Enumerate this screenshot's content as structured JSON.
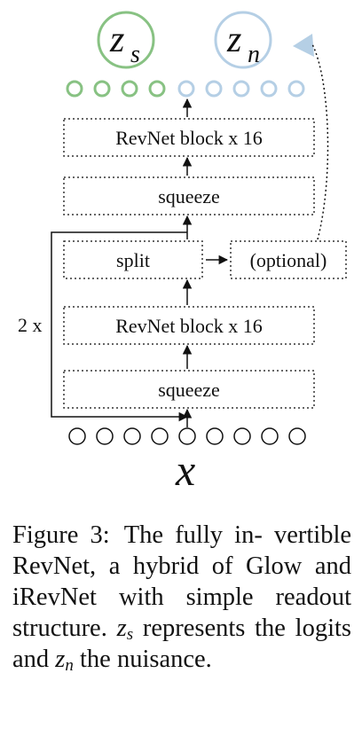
{
  "latents": {
    "zs_main": "z",
    "zs_sub": "s",
    "zn_main": "z",
    "zn_sub": "n",
    "zs_color": "#88c283",
    "zn_color": "#b5cfe5"
  },
  "blocks": {
    "revnet_top": "RevNet block x 16",
    "squeeze_top": "squeeze",
    "split": "split",
    "optional": "(optional)",
    "revnet_bottom": "RevNet block x 16",
    "squeeze_bottom": "squeeze"
  },
  "repeat_label": "2 x",
  "input_label": "x",
  "caption": {
    "prefix": "Figure 3:",
    "line1_text": "The fully in-",
    "rest_a": "vertible RevNet, a hybrid of Glow and iRevNet with simple readout structure.",
    "zs_var": "z",
    "zs_sub": "s",
    "rest_b": " represents the logits and",
    "zn_var": "z",
    "zn_sub": "n",
    "rest_c": " the nuisance."
  }
}
